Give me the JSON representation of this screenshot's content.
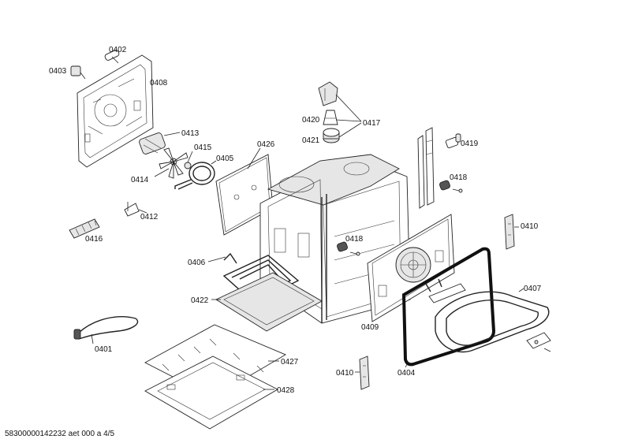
{
  "labels": {
    "p0401": "0401",
    "p0402": "0402",
    "p0403": "0403",
    "p0404": "0404",
    "p0405": "0405",
    "p0406": "0406",
    "p0407": "0407",
    "p0408": "0408",
    "p0409": "0409",
    "p0410a": "0410",
    "p0410b": "0410",
    "p0412": "0412",
    "p0413": "0413",
    "p0414": "0414",
    "p0415": "0415",
    "p0416": "0416",
    "p0417": "0417",
    "p0418a": "0418",
    "p0418b": "0418",
    "p0419": "0419",
    "p0420": "0420",
    "p0421": "0421",
    "p0422": "0422",
    "p0426": "0426",
    "p0427": "0427",
    "p0428": "0428"
  },
  "footer": "58300000142232 aet 000 a 4/5"
}
